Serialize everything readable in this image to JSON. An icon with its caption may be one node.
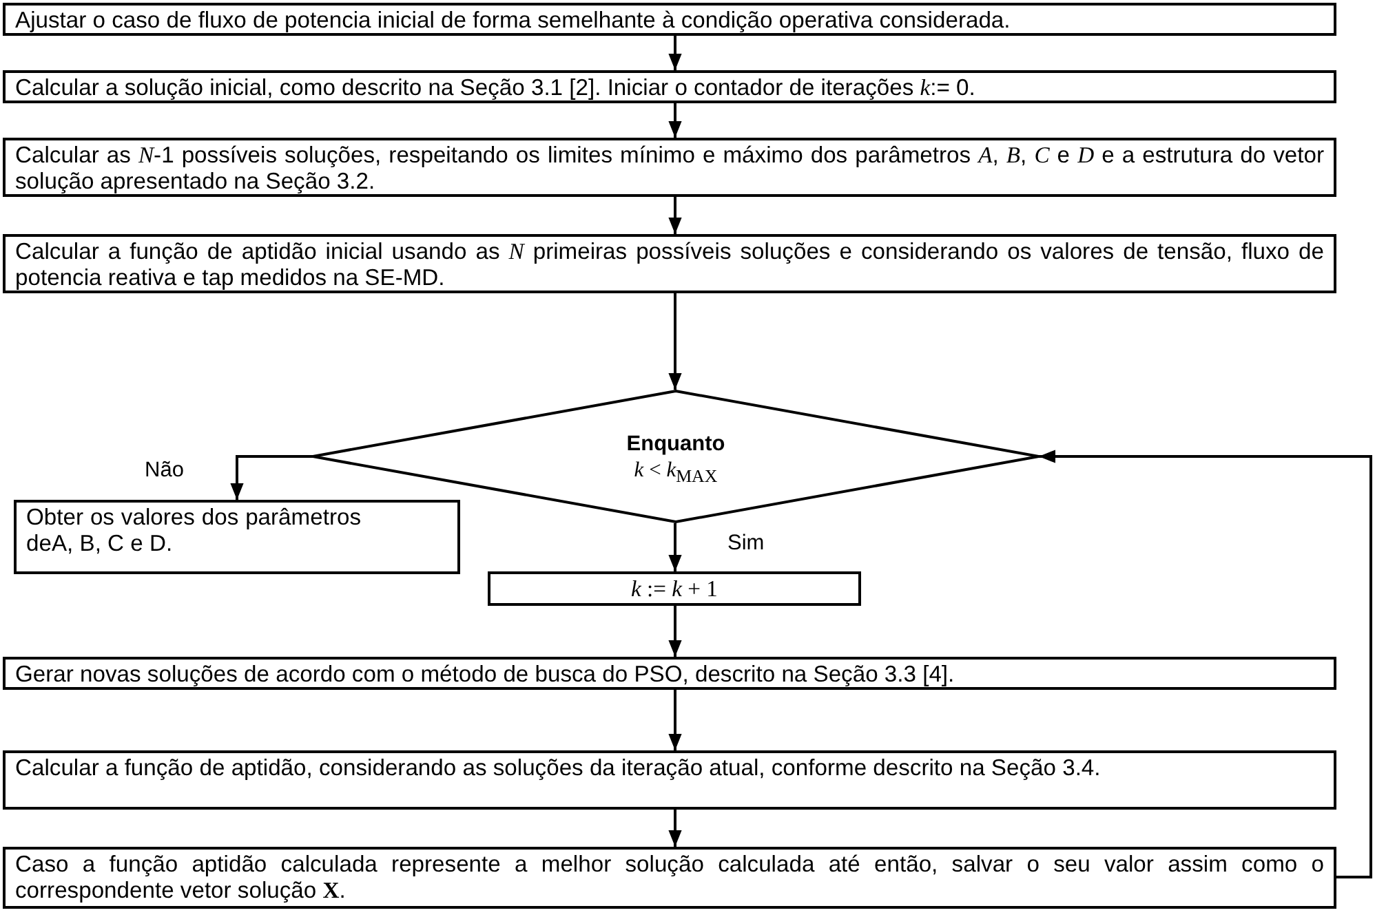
{
  "diagram": {
    "nodes": [
      {
        "text": [
          "Ajustar o caso de fluxo de potencia inicial de forma semelhante à condição operativa considerada."
        ]
      },
      {
        "text": [
          "Calcular a solução inicial, como descrito na Seção 3.1 [2]. Iniciar o contador de iterações *k*:= 0."
        ]
      },
      {
        "text": [
          "Calcular as *N*-1 possíveis soluções, respeitando os limites mínimo e máximo dos parâmetros *A*, *B*, *C* e *D* e a estrutura do vetor solução apresentado na Seção 3.2."
        ]
      },
      {
        "text": [
          "Calcular a função de aptidão inicial usando as *N* primeiras possíveis soluções e considerando os valores de tensão, fluxo de potencia reativa e tap medidos na SE-MD."
        ]
      },
      {
        "text": [
          "Enquanto",
          "*k* < *k*$_{MAX}$"
        ]
      },
      {
        "text": [
          "Obter os valores dos parâmetros deA, B, C e D."
        ]
      },
      {
        "text": [
          "*k* := *k* + 1"
        ]
      },
      {
        "text": [
          "Gerar novas soluções de acordo com o método de busca do PSO, descrito na Seção 3.3 [4]."
        ]
      },
      {
        "text": [
          "Calcular a função de aptidão, considerando as soluções da iteração atual, conforme descrito na Seção 3.4."
        ]
      },
      {
        "text": [
          "Caso a função aptidão calculada represente a melhor solução calculada até então, salvar o seu valor assim como o correspondente vetor solução **X**."
        ]
      }
    ],
    "edges": [
      {
        "from": 0,
        "to": 1,
        "arrow": "to"
      },
      {
        "from": 1,
        "to": 2,
        "arrow": "to"
      },
      {
        "from": 2,
        "to": 3,
        "arrow": "to"
      },
      {
        "from": 3,
        "to": 4,
        "arrow": "to"
      },
      {
        "from": 4,
        "to": 5,
        "arrow": "to",
        "label": "Não"
      },
      {
        "from": 4,
        "to": 6,
        "arrow": "to",
        "label": "Sim"
      },
      {
        "from": 6,
        "to": 7,
        "arrow": "to"
      },
      {
        "from": 7,
        "to": 8,
        "arrow": "to"
      },
      {
        "from": 8,
        "to": 9,
        "arrow": "to"
      },
      {
        "from": 9,
        "to": 4,
        "arrow": "to"
      }
    ]
  }
}
